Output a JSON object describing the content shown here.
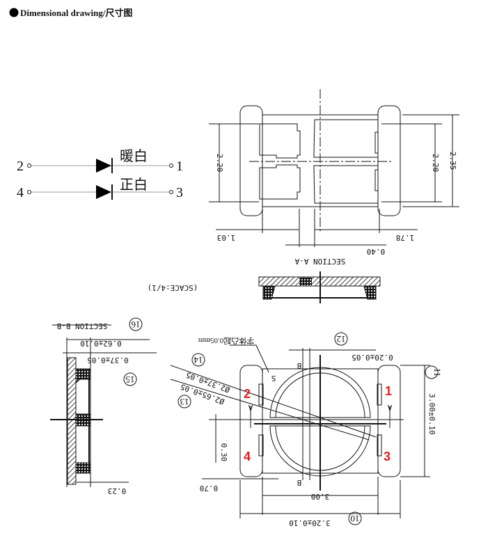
{
  "title": "Dimensional drawing/尺寸图",
  "circuit": {
    "led1": {
      "label": "暖白",
      "pin_left": "2",
      "pin_right": "1"
    },
    "led2": {
      "label": "正白",
      "pin_left": "4",
      "pin_right": "3"
    }
  },
  "top_view": {
    "dim_left": "2.20",
    "dim_right_inner": "2.20",
    "dim_right_outer": "2.35",
    "dim_bottom_left": "1.03",
    "dim_bottom_right": "1.78",
    "dim_gap": "0.40",
    "section_label": "SECTION A-A",
    "scale": "(SCACE:4/1)"
  },
  "section_bb": {
    "label": "SECTION B-B",
    "callout_16": "16",
    "dim_1": "0.62±0.10",
    "dim_2": "0.37±0.05",
    "callout_15": "15",
    "dim_3": "0.23"
  },
  "bottom_view": {
    "note": "字体凸起0.05mm",
    "callout_12": "12",
    "dim_top": "0.20±0.05",
    "callout_14": "14",
    "dia_1": "Ø2.37±0.05",
    "dia_2": "Ø2.65±0.05",
    "callout_13": "13",
    "dim_030": "0.30",
    "dim_070": "0.70",
    "dim_300": "3.00",
    "callout_10": "10",
    "dim_width": "3.20±0.10",
    "callout_11": "11",
    "dim_height": "3.00±0.10",
    "pins": [
      "1",
      "2",
      "3",
      "4"
    ],
    "section_mark_a": "A",
    "section_mark_b": "B",
    "mark_s": "S"
  }
}
